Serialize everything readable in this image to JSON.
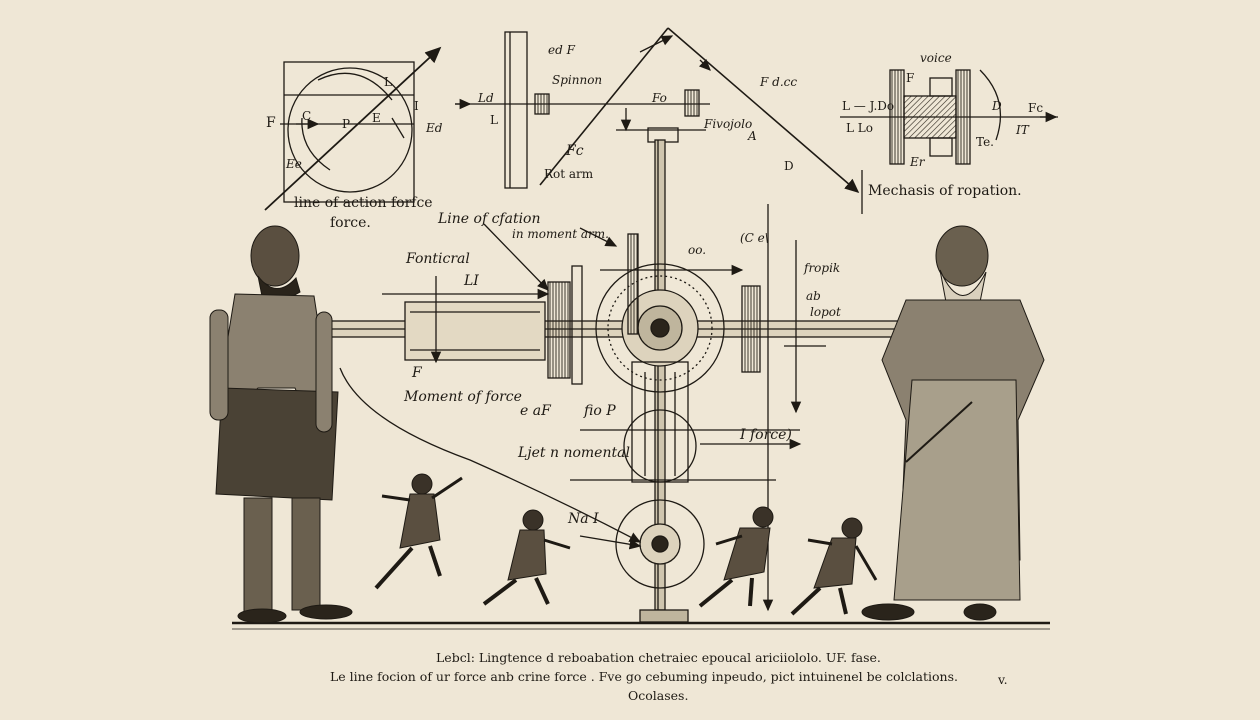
{
  "labels": {
    "line_of_action_force": "line of action forfce",
    "force": "force.",
    "pivot_F": "F",
    "pivot_C": "C",
    "pivot_P": "P",
    "pivot_E": "E",
    "pivot_L": "L",
    "pivot_Ed": "Ed",
    "pivot_I": "I",
    "pivot_Ee": "Ee",
    "spinnon": "Spinnon",
    "top_Ld": "ed F",
    "top_Fc": "Fc",
    "top_Fo": "Fo",
    "robot_arm": "Rot arm",
    "top_Ld_left": "Ld",
    "top_L": "L",
    "pivojolo": "Fivojolo",
    "top_A": "A",
    "top_D": "D",
    "top_Fdoc": "F d.cc",
    "voice": "voice",
    "right_F": "F",
    "right_Fc": "Fc",
    "right_D": "D",
    "right_Er": "Er",
    "right_Lo": "L  Lo",
    "right_LJ": "L — J.Do",
    "right_IT": "IT",
    "right_Te": "Te.",
    "mechanism": "Mechasis of ropation.",
    "line_of_action": "Line of cfation",
    "in_moment_arm": "in moment arm.",
    "fontieral": "Fonticral",
    "LI": "LI",
    "oo": "oo.",
    "CS": "(C  e\\",
    "fropik": "fropik",
    "ab": "ab",
    "lopot": "lopot",
    "F_lower": "F",
    "moment_of_force": "Moment of force",
    "e_aF": "e  aF",
    "flo_P": "fio P",
    "line_nomental": "Ljet n nomental",
    "I_force": "I force)",
    "Na": "Na I"
  },
  "caption": {
    "line1": "Lebcl:  Lingtence d  reboabation  chetraiec  epoucal  ariciiololo.  UF.  fase.",
    "line2": "Le line focion of ur force anb crine force . Fve go cebuming inpeudo, pict intuinenel be colclations.",
    "line3": "Ocolases.",
    "marker": "v."
  }
}
